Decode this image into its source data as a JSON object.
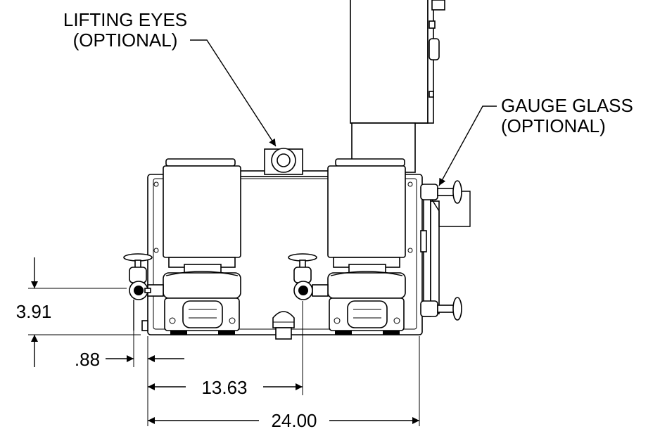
{
  "callouts": {
    "lifting_eyes_line1": "LIFTING EYES",
    "lifting_eyes_line2": "(OPTIONAL)",
    "gauge_glass_line1": "GAUGE GLASS",
    "gauge_glass_line2": "(OPTIONAL)"
  },
  "dimensions": {
    "height_inlet": "3.91",
    "offset_left": ".88",
    "inlet_spacing": "13.63",
    "overall_width": "24.00"
  },
  "colors": {
    "line": "#000000",
    "background": "#ffffff"
  }
}
